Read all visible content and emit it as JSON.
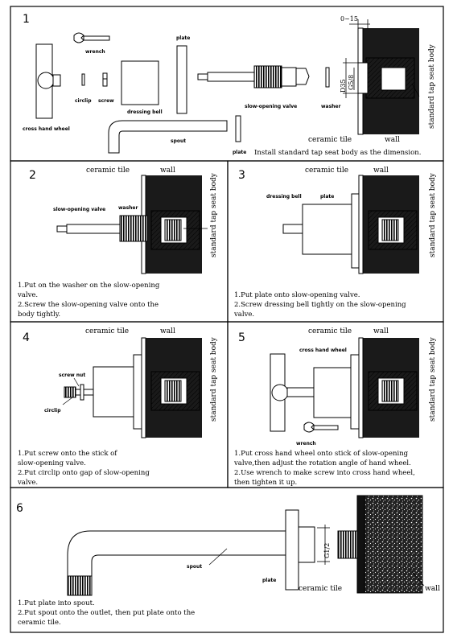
{
  "panels": {
    "p1": {
      "number": "1",
      "labels": {
        "wrench": "wrench",
        "plate_top": "plate",
        "circlip": "circlip",
        "screw": "screw",
        "dressing_bell": "dressing bell",
        "cross_hand_wheel": "cross hand wheel",
        "spout": "spout",
        "plate_bottom": "plate",
        "slow_opening_valve": "slow-opening valve",
        "washer": "washer",
        "ceramic_tile": "ceramic tile",
        "wall": "wall",
        "tap_seat_body": "standard tap seat body"
      },
      "dims": {
        "depth": "0~15",
        "d35": "D35",
        "g58": "G5/8"
      },
      "instruction": "Install standard tap seat body as the dimension."
    },
    "p2": {
      "number": "2",
      "labels": {
        "ceramic_tile": "ceramic tile",
        "wall": "wall",
        "tap_seat_body": "standard tap seat body",
        "slow_opening_valve": "slow-opening valve",
        "washer": "washer"
      },
      "instructions": [
        "1.Put on the washer on the slow-opening",
        "   valve.",
        "2.Screw the slow-opening valve onto the",
        "   body tightly."
      ]
    },
    "p3": {
      "number": "3",
      "labels": {
        "ceramic_tile": "ceramic tile",
        "wall": "wall",
        "tap_seat_body": "standard tap seat body",
        "dressing_bell": "dressing bell",
        "plate": "plate"
      },
      "instructions": [
        "1.Put plate onto slow-opening valve.",
        "2.Screw dressing bell tightly on the slow-opening",
        "   valve."
      ]
    },
    "p4": {
      "number": "4",
      "labels": {
        "ceramic_tile": "ceramic tile",
        "wall": "wall",
        "tap_seat_body": "standard tap seat body",
        "screw_nut": "screw nut",
        "circlip": "circlip"
      },
      "instructions": [
        "1.Put screw onto the stick of",
        "   slow-opening valve.",
        "2.Put circlip onto gap of slow-opening",
        "   valve."
      ]
    },
    "p5": {
      "number": "5",
      "labels": {
        "ceramic_tile": "ceramic tile",
        "wall": "wall",
        "tap_seat_body": "standard tap seat body",
        "cross_hand_wheel": "cross hand wheel",
        "wrench": "wrench"
      },
      "instructions": [
        "1.Put cross hand wheel onto stick of slow-opening",
        "   valve,then adjust the rotation angle of hand wheel.",
        "2.Use wrench to make screw into cross hand wheel,",
        "   then tighten it up."
      ]
    },
    "p6": {
      "number": "6",
      "labels": {
        "spout": "spout",
        "plate": "plate",
        "ceramic_tile": "ceramic tile",
        "wall": "wall"
      },
      "dims": {
        "g12": "G1/2"
      },
      "instructions": [
        "1.Put plate into spout.",
        "2.Put spout onto the outlet, then put plate onto the",
        "   ceramic tile."
      ]
    }
  },
  "colors": {
    "line": "#000000",
    "wall": "#1a1a1a",
    "paper": "#ffffff"
  }
}
